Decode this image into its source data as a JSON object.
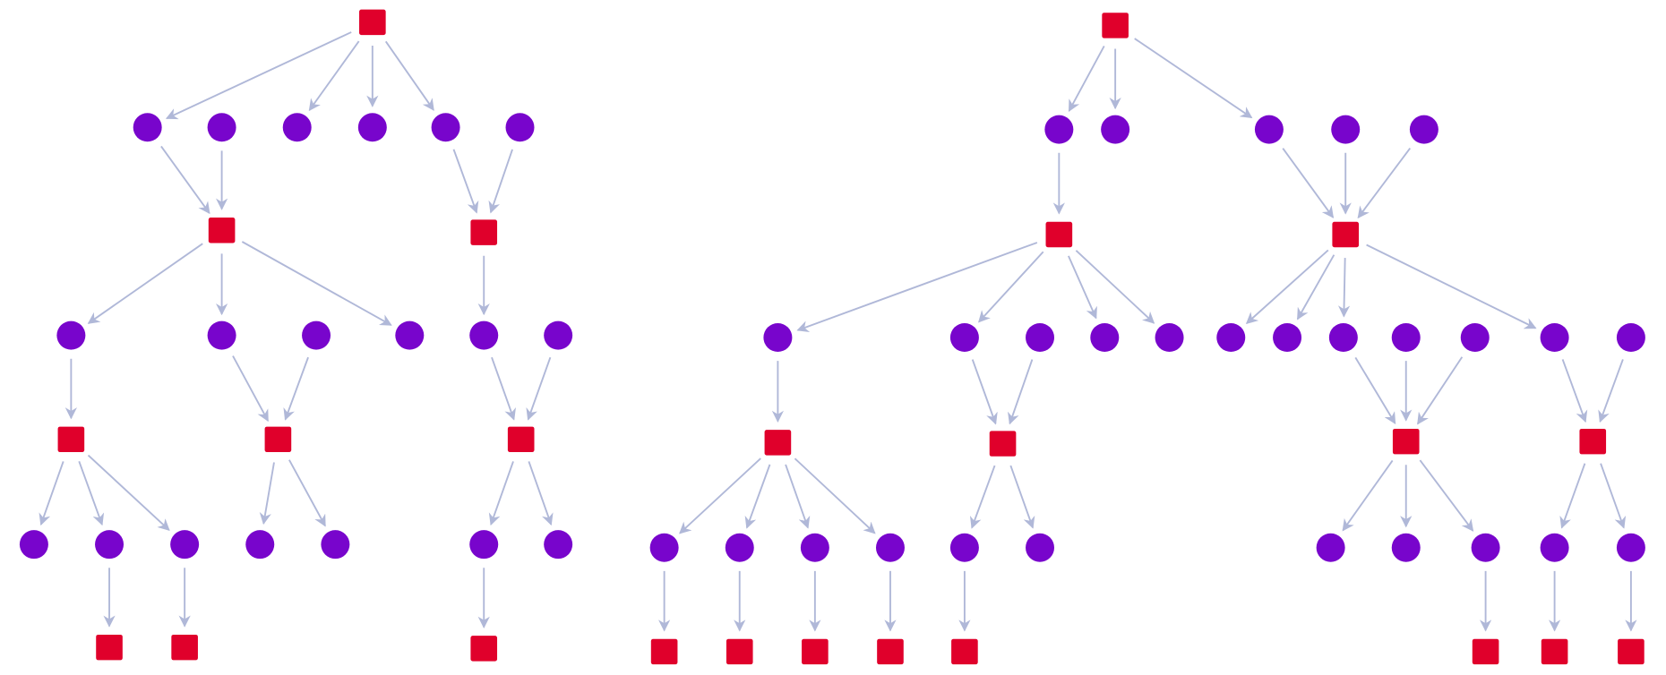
{
  "diagram": {
    "colors": {
      "square": "#e0002b",
      "circle": "#7805cc",
      "edge": "#b0b8d8"
    },
    "nodes": [
      {
        "id": "a0",
        "kind": "square"
      },
      {
        "id": "a1",
        "kind": "circle"
      },
      {
        "id": "a2",
        "kind": "circle"
      },
      {
        "id": "a3",
        "kind": "circle"
      },
      {
        "id": "a4",
        "kind": "circle"
      },
      {
        "id": "a5",
        "kind": "circle"
      },
      {
        "id": "a6",
        "kind": "circle"
      },
      {
        "id": "a7",
        "kind": "square"
      },
      {
        "id": "a8",
        "kind": "square"
      },
      {
        "id": "a9",
        "kind": "circle"
      },
      {
        "id": "a10",
        "kind": "circle"
      },
      {
        "id": "a11",
        "kind": "circle"
      },
      {
        "id": "a12",
        "kind": "circle"
      },
      {
        "id": "a13",
        "kind": "circle"
      },
      {
        "id": "a14",
        "kind": "circle"
      },
      {
        "id": "a15",
        "kind": "square"
      },
      {
        "id": "a16",
        "kind": "square"
      },
      {
        "id": "a17",
        "kind": "square"
      },
      {
        "id": "a18",
        "kind": "circle"
      },
      {
        "id": "a19",
        "kind": "circle"
      },
      {
        "id": "a20",
        "kind": "circle"
      },
      {
        "id": "a21",
        "kind": "circle"
      },
      {
        "id": "a22",
        "kind": "circle"
      },
      {
        "id": "a23",
        "kind": "circle"
      },
      {
        "id": "a24",
        "kind": "circle"
      },
      {
        "id": "a25",
        "kind": "square"
      },
      {
        "id": "a26",
        "kind": "square"
      },
      {
        "id": "a27",
        "kind": "square"
      },
      {
        "id": "b0",
        "kind": "square"
      },
      {
        "id": "b1",
        "kind": "circle"
      },
      {
        "id": "b2",
        "kind": "circle"
      },
      {
        "id": "b3",
        "kind": "circle"
      },
      {
        "id": "b4",
        "kind": "circle"
      },
      {
        "id": "b5",
        "kind": "circle"
      },
      {
        "id": "b6",
        "kind": "square"
      },
      {
        "id": "b7",
        "kind": "square"
      },
      {
        "id": "b8",
        "kind": "circle"
      },
      {
        "id": "b9",
        "kind": "circle"
      },
      {
        "id": "b10",
        "kind": "circle"
      },
      {
        "id": "b11",
        "kind": "circle"
      },
      {
        "id": "b12",
        "kind": "circle"
      },
      {
        "id": "b13",
        "kind": "circle"
      },
      {
        "id": "b14",
        "kind": "circle"
      },
      {
        "id": "b15",
        "kind": "circle"
      },
      {
        "id": "b16",
        "kind": "circle"
      },
      {
        "id": "b17",
        "kind": "circle"
      },
      {
        "id": "b18",
        "kind": "circle"
      },
      {
        "id": "b19",
        "kind": "circle"
      },
      {
        "id": "b20",
        "kind": "square"
      },
      {
        "id": "b21",
        "kind": "square"
      },
      {
        "id": "b22",
        "kind": "square"
      },
      {
        "id": "b23",
        "kind": "square"
      },
      {
        "id": "b24",
        "kind": "circle"
      },
      {
        "id": "b25",
        "kind": "circle"
      },
      {
        "id": "b26",
        "kind": "circle"
      },
      {
        "id": "b27",
        "kind": "circle"
      },
      {
        "id": "b28",
        "kind": "circle"
      },
      {
        "id": "b29",
        "kind": "circle"
      },
      {
        "id": "b30",
        "kind": "circle"
      },
      {
        "id": "b31",
        "kind": "circle"
      },
      {
        "id": "b32",
        "kind": "circle"
      },
      {
        "id": "b33",
        "kind": "circle"
      },
      {
        "id": "b34",
        "kind": "circle"
      },
      {
        "id": "b35",
        "kind": "square"
      },
      {
        "id": "b36",
        "kind": "square"
      },
      {
        "id": "b37",
        "kind": "square"
      },
      {
        "id": "b38",
        "kind": "square"
      },
      {
        "id": "b39",
        "kind": "square"
      },
      {
        "id": "b40",
        "kind": "square"
      },
      {
        "id": "b41",
        "kind": "square"
      },
      {
        "id": "b42",
        "kind": "square"
      }
    ],
    "edges": [
      [
        "a0",
        "a1"
      ],
      [
        "a0",
        "a3"
      ],
      [
        "a0",
        "a4"
      ],
      [
        "a0",
        "a5"
      ],
      [
        "a1",
        "a7"
      ],
      [
        "a2",
        "a7"
      ],
      [
        "a5",
        "a8"
      ],
      [
        "a6",
        "a8"
      ],
      [
        "a7",
        "a9"
      ],
      [
        "a7",
        "a10"
      ],
      [
        "a7",
        "a12"
      ],
      [
        "a8",
        "a13"
      ],
      [
        "a9",
        "a15"
      ],
      [
        "a10",
        "a16"
      ],
      [
        "a11",
        "a16"
      ],
      [
        "a13",
        "a17"
      ],
      [
        "a14",
        "a17"
      ],
      [
        "a15",
        "a18"
      ],
      [
        "a15",
        "a19"
      ],
      [
        "a15",
        "a20"
      ],
      [
        "a16",
        "a21"
      ],
      [
        "a16",
        "a22"
      ],
      [
        "a17",
        "a23"
      ],
      [
        "a17",
        "a24"
      ],
      [
        "a19",
        "a25"
      ],
      [
        "a20",
        "a26"
      ],
      [
        "a23",
        "a27"
      ],
      [
        "b0",
        "b1"
      ],
      [
        "b0",
        "b2"
      ],
      [
        "b0",
        "b3"
      ],
      [
        "b1",
        "b6"
      ],
      [
        "b3",
        "b7"
      ],
      [
        "b4",
        "b7"
      ],
      [
        "b5",
        "b7"
      ],
      [
        "b6",
        "b8"
      ],
      [
        "b6",
        "b9"
      ],
      [
        "b6",
        "b11"
      ],
      [
        "b6",
        "b12"
      ],
      [
        "b7",
        "b13"
      ],
      [
        "b7",
        "b14"
      ],
      [
        "b7",
        "b15"
      ],
      [
        "b7",
        "b18"
      ],
      [
        "b8",
        "b20"
      ],
      [
        "b9",
        "b21"
      ],
      [
        "b10",
        "b21"
      ],
      [
        "b15",
        "b22"
      ],
      [
        "b16",
        "b22"
      ],
      [
        "b17",
        "b22"
      ],
      [
        "b18",
        "b23"
      ],
      [
        "b19",
        "b23"
      ],
      [
        "b20",
        "b24"
      ],
      [
        "b20",
        "b25"
      ],
      [
        "b20",
        "b26"
      ],
      [
        "b20",
        "b27"
      ],
      [
        "b21",
        "b28"
      ],
      [
        "b21",
        "b29"
      ],
      [
        "b22",
        "b30"
      ],
      [
        "b22",
        "b31"
      ],
      [
        "b22",
        "b32"
      ],
      [
        "b23",
        "b33"
      ],
      [
        "b23",
        "b34"
      ],
      [
        "b24",
        "b35"
      ],
      [
        "b25",
        "b36"
      ],
      [
        "b26",
        "b37"
      ],
      [
        "b27",
        "b38"
      ],
      [
        "b28",
        "b39"
      ],
      [
        "b32",
        "b40"
      ],
      [
        "b33",
        "b41"
      ],
      [
        "b34",
        "b42"
      ]
    ]
  }
}
